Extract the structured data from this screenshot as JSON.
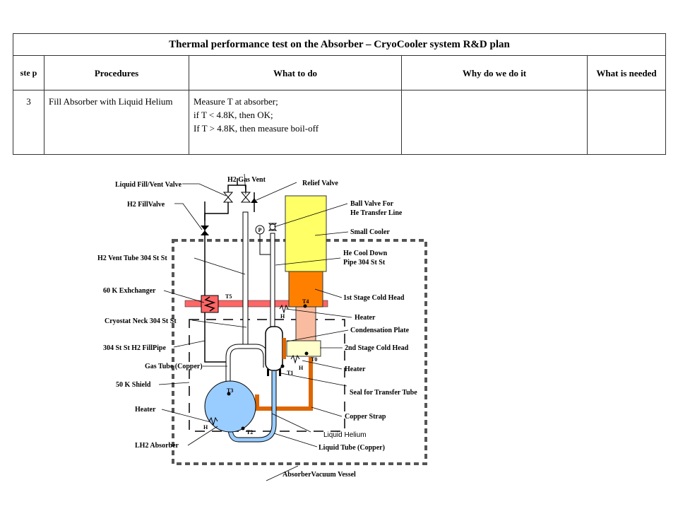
{
  "table": {
    "title": "Thermal performance test on the Absorber – CryoCooler system R&D plan",
    "headers": {
      "step": "ste p",
      "procedures": "Procedures",
      "what_to_do": "What to do",
      "why": "Why do we do it",
      "needed": "What is needed"
    },
    "rows": [
      {
        "step": "3",
        "procedure": "Fill Absorber with Liquid Helium",
        "what_line1": "Measure T at absorber;",
        "what_line2": "if T < 4.8K, then OK;",
        "what_line3": "If T > 4.8K, then measure boil-off",
        "why": "",
        "needed": ""
      }
    ]
  },
  "diagram": {
    "labels": {
      "liquid_fill_vent_valve": "Liquid Fill/Vent Valve",
      "h2_fill_valve": "H2 FillValve",
      "h2_gas_vent": "H2 Gas Vent",
      "relief_valve": "Relief Valve",
      "ball_valve_1": "Ball Valve For",
      "ball_valve_2": "He Transfer Line",
      "small_cooler": "Small Cooler",
      "he_cool_1": "He Cool Down",
      "he_cool_2": "Pipe 304 St St",
      "h2_vent_tube": "H2 Vent Tube 304 St St",
      "exchanger_60k": "60 K Exhchanger",
      "first_stage": "1st Stage Cold Head",
      "heater_upper": "Heater",
      "cryostat_neck": "Cryostat Neck 304 St St",
      "condensation_plate": "Condensation Plate",
      "fill_pipe": "304 St St H2 FillPipe",
      "second_stage": "2nd Stage Cold Head",
      "gas_tube": "Gas Tube (Copper)",
      "heater_lower": "Heater",
      "shield_50k": "50 K Shield",
      "seal": "Seal for Transfer Tube",
      "heater_left": "Heater",
      "copper_strap": "Copper Strap",
      "liquid_helium": "Liquid Helium",
      "lh2_absorber": "LH2 Absorber",
      "liquid_tube": "Liquid Tube (Copper)",
      "vacuum_vessel": "AbsorberVacuum Vessel",
      "pressure_gauge": "P"
    },
    "sensors": {
      "t5": "T5",
      "t4": "T4",
      "t3": "T3",
      "t2": "T2",
      "t1": "T1",
      "t0": "T0",
      "h_upper": "H",
      "h_lower": "H",
      "h_absorber": "H"
    },
    "colors": {
      "cooler": "#ffff66",
      "first_stage": "#ff8000",
      "second_stage": "#f9bca0",
      "absorber": "#99ccff",
      "exchanger_bar": "#ff6666",
      "copper_strap": "#dd6600"
    }
  }
}
